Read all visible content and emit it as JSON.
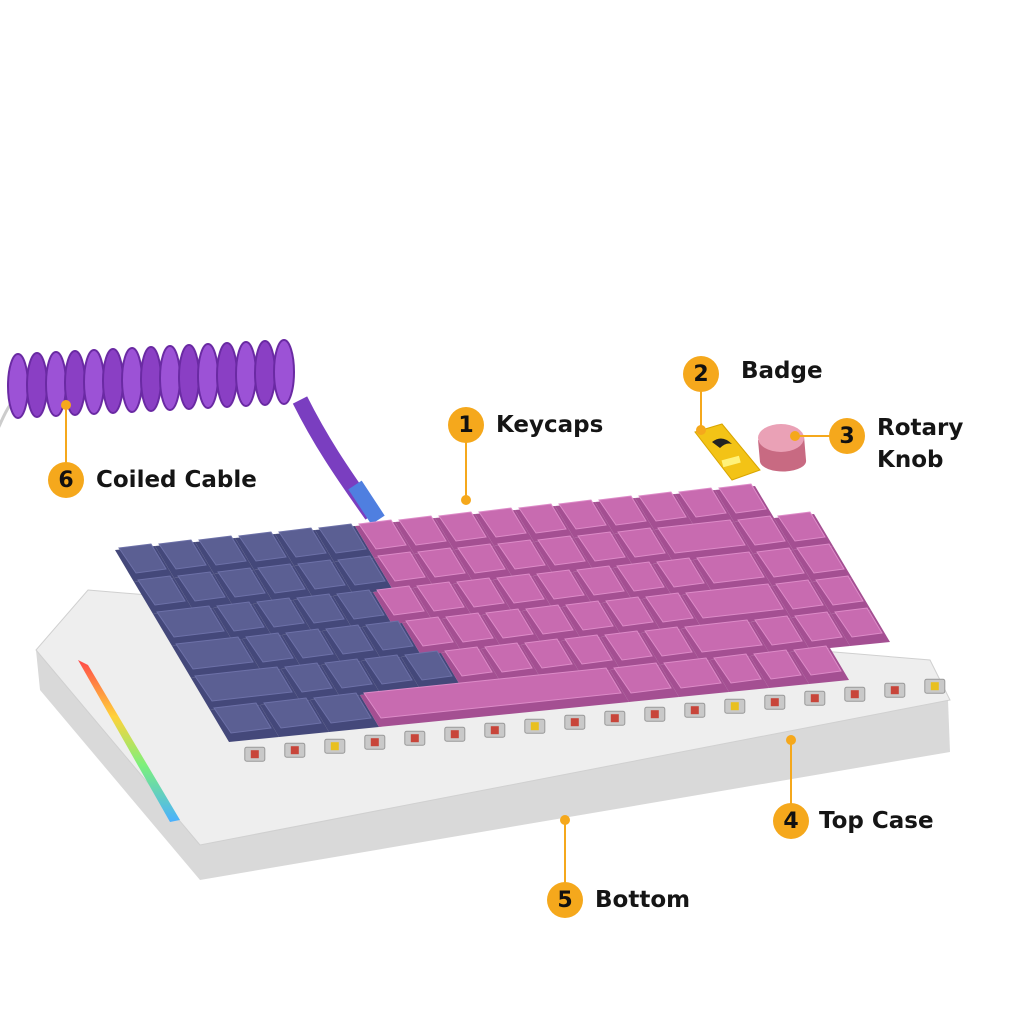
{
  "callouts": [
    {
      "number": "1",
      "label": "Keycaps"
    },
    {
      "number": "2",
      "label": "Badge"
    },
    {
      "number": "3",
      "label": "Rotary Knob"
    },
    {
      "number": "4",
      "label": "Top Case"
    },
    {
      "number": "5",
      "label": "Bottom"
    },
    {
      "number": "6",
      "label": "Coiled Cable"
    }
  ],
  "colors": {
    "accent": "#F5A81C",
    "keycap_blue": "#5B5F93",
    "keycap_pink": "#C86BB0",
    "cable": "#8A3FC4",
    "case": "#ECECEC"
  }
}
